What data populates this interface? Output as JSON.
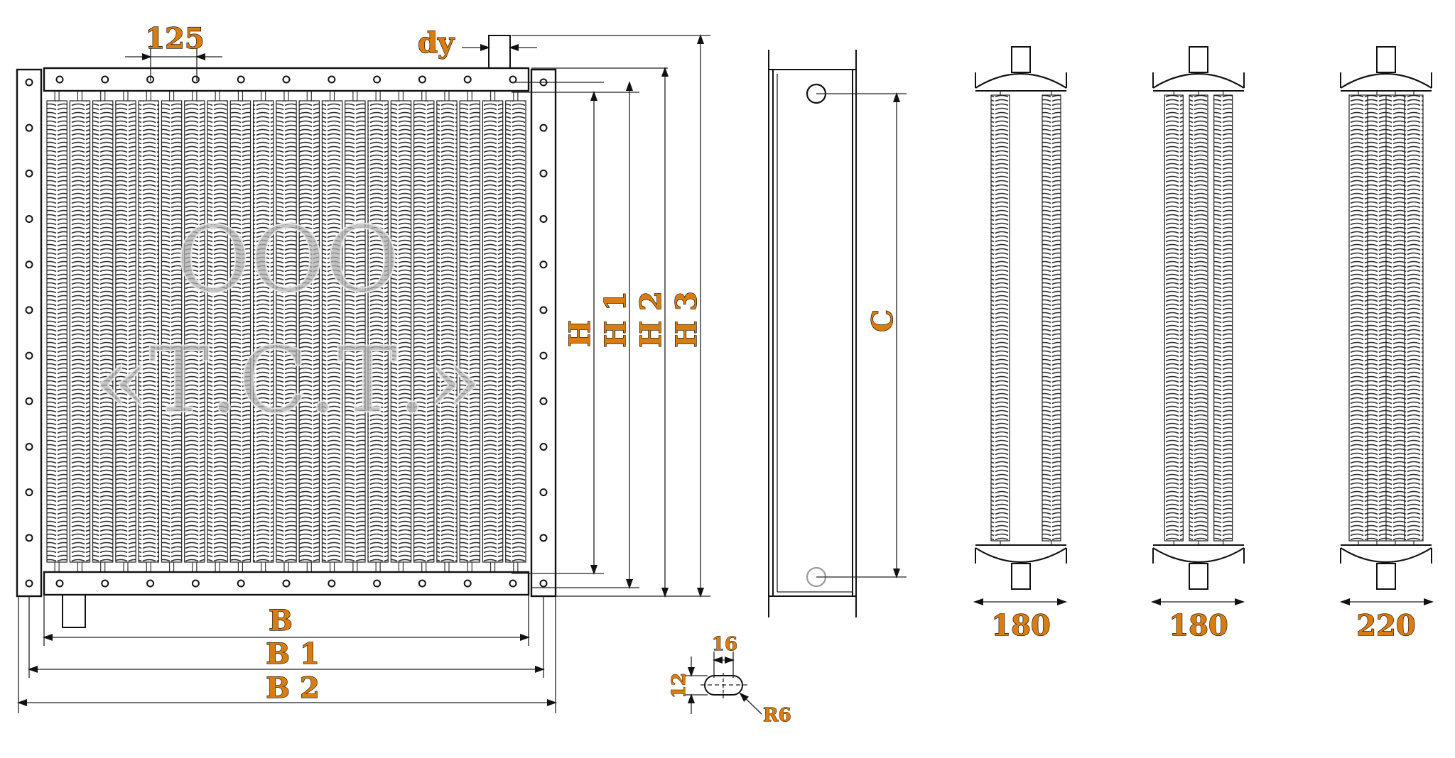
{
  "labels": {
    "pitch": "125",
    "dy": "dy",
    "H": "H",
    "H1": "H 1",
    "H2": "H 2",
    "H3": "H 3",
    "B": "B",
    "B1": "B 1",
    "B2": "B 2",
    "C": "C",
    "slot_width": "16",
    "slot_height": "12",
    "slot_radius": "R6",
    "section_1": "180",
    "section_2": "180",
    "section_3": "220"
  },
  "watermark": {
    "line1": "ООО",
    "line2": "«Т.С.Т.»"
  },
  "colors": {
    "label_fill": "#d97d10",
    "outline": "#111111"
  },
  "views": {
    "front": {
      "tube_count": 21,
      "flange_hole_count": 11,
      "side_hole_count": 12
    },
    "sections": [
      {
        "tube_count": 2
      },
      {
        "tube_count": 3
      },
      {
        "tube_count": 4
      }
    ]
  }
}
